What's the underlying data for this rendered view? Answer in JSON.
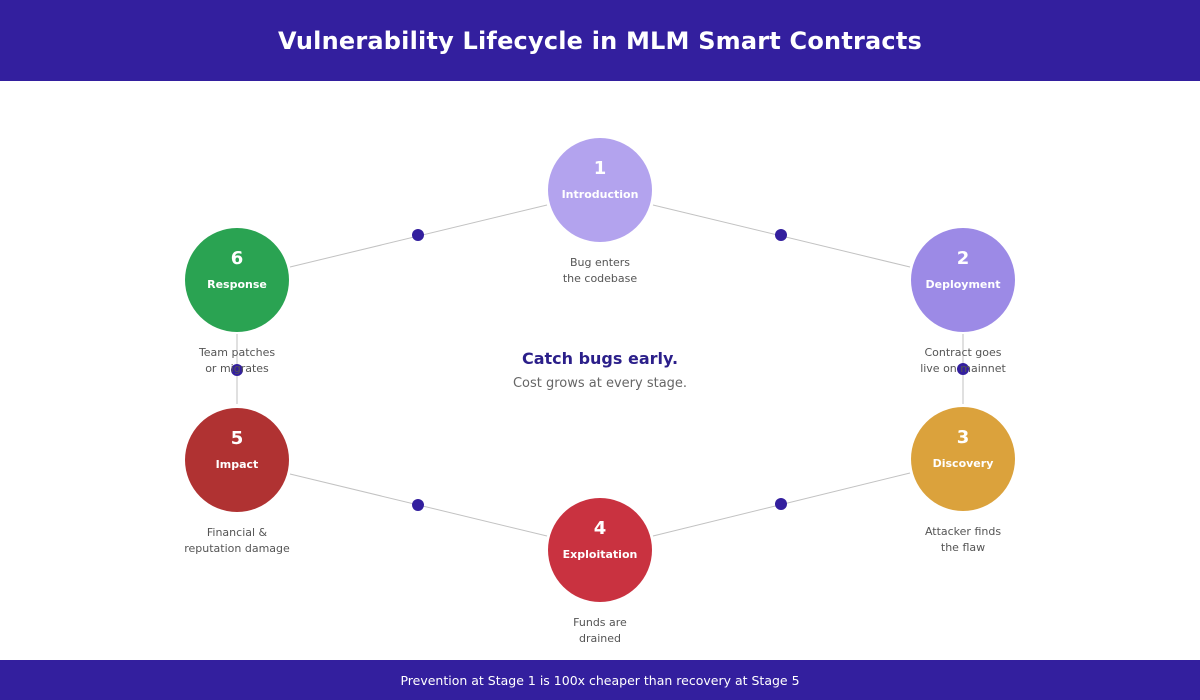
{
  "header": {
    "title": "Vulnerability Lifecycle in MLM Smart Contracts"
  },
  "center": {
    "title": "Catch bugs early.",
    "subtitle": "Cost grows at every stage."
  },
  "stages": [
    {
      "number": "1",
      "name": "Introduction",
      "description_line1": "Bug enters",
      "description_line2": "the codebase",
      "color": "#b3a3ee"
    },
    {
      "number": "2",
      "name": "Deployment",
      "description_line1": "Contract goes",
      "description_line2": "live on mainnet",
      "color": "#9c8ae6"
    },
    {
      "number": "3",
      "name": "Discovery",
      "description_line1": "Attacker finds",
      "description_line2": "the flaw",
      "color": "#dba23c"
    },
    {
      "number": "4",
      "name": "Exploitation",
      "description_line1": "Funds are",
      "description_line2": "drained",
      "color": "#c93240"
    },
    {
      "number": "5",
      "name": "Impact",
      "description_line1": "Financial &",
      "description_line2": "reputation damage",
      "color": "#b03232"
    },
    {
      "number": "6",
      "name": "Response",
      "description_line1": "Team patches",
      "description_line2": "or migrates",
      "color": "#2aa352"
    }
  ],
  "colors": {
    "brand": "#331f9e",
    "connector": "#c2c2c2",
    "connector_dot": "#331f9e"
  },
  "footer": {
    "text": "Prevention at Stage 1 is 100x cheaper than recovery at Stage 5"
  }
}
